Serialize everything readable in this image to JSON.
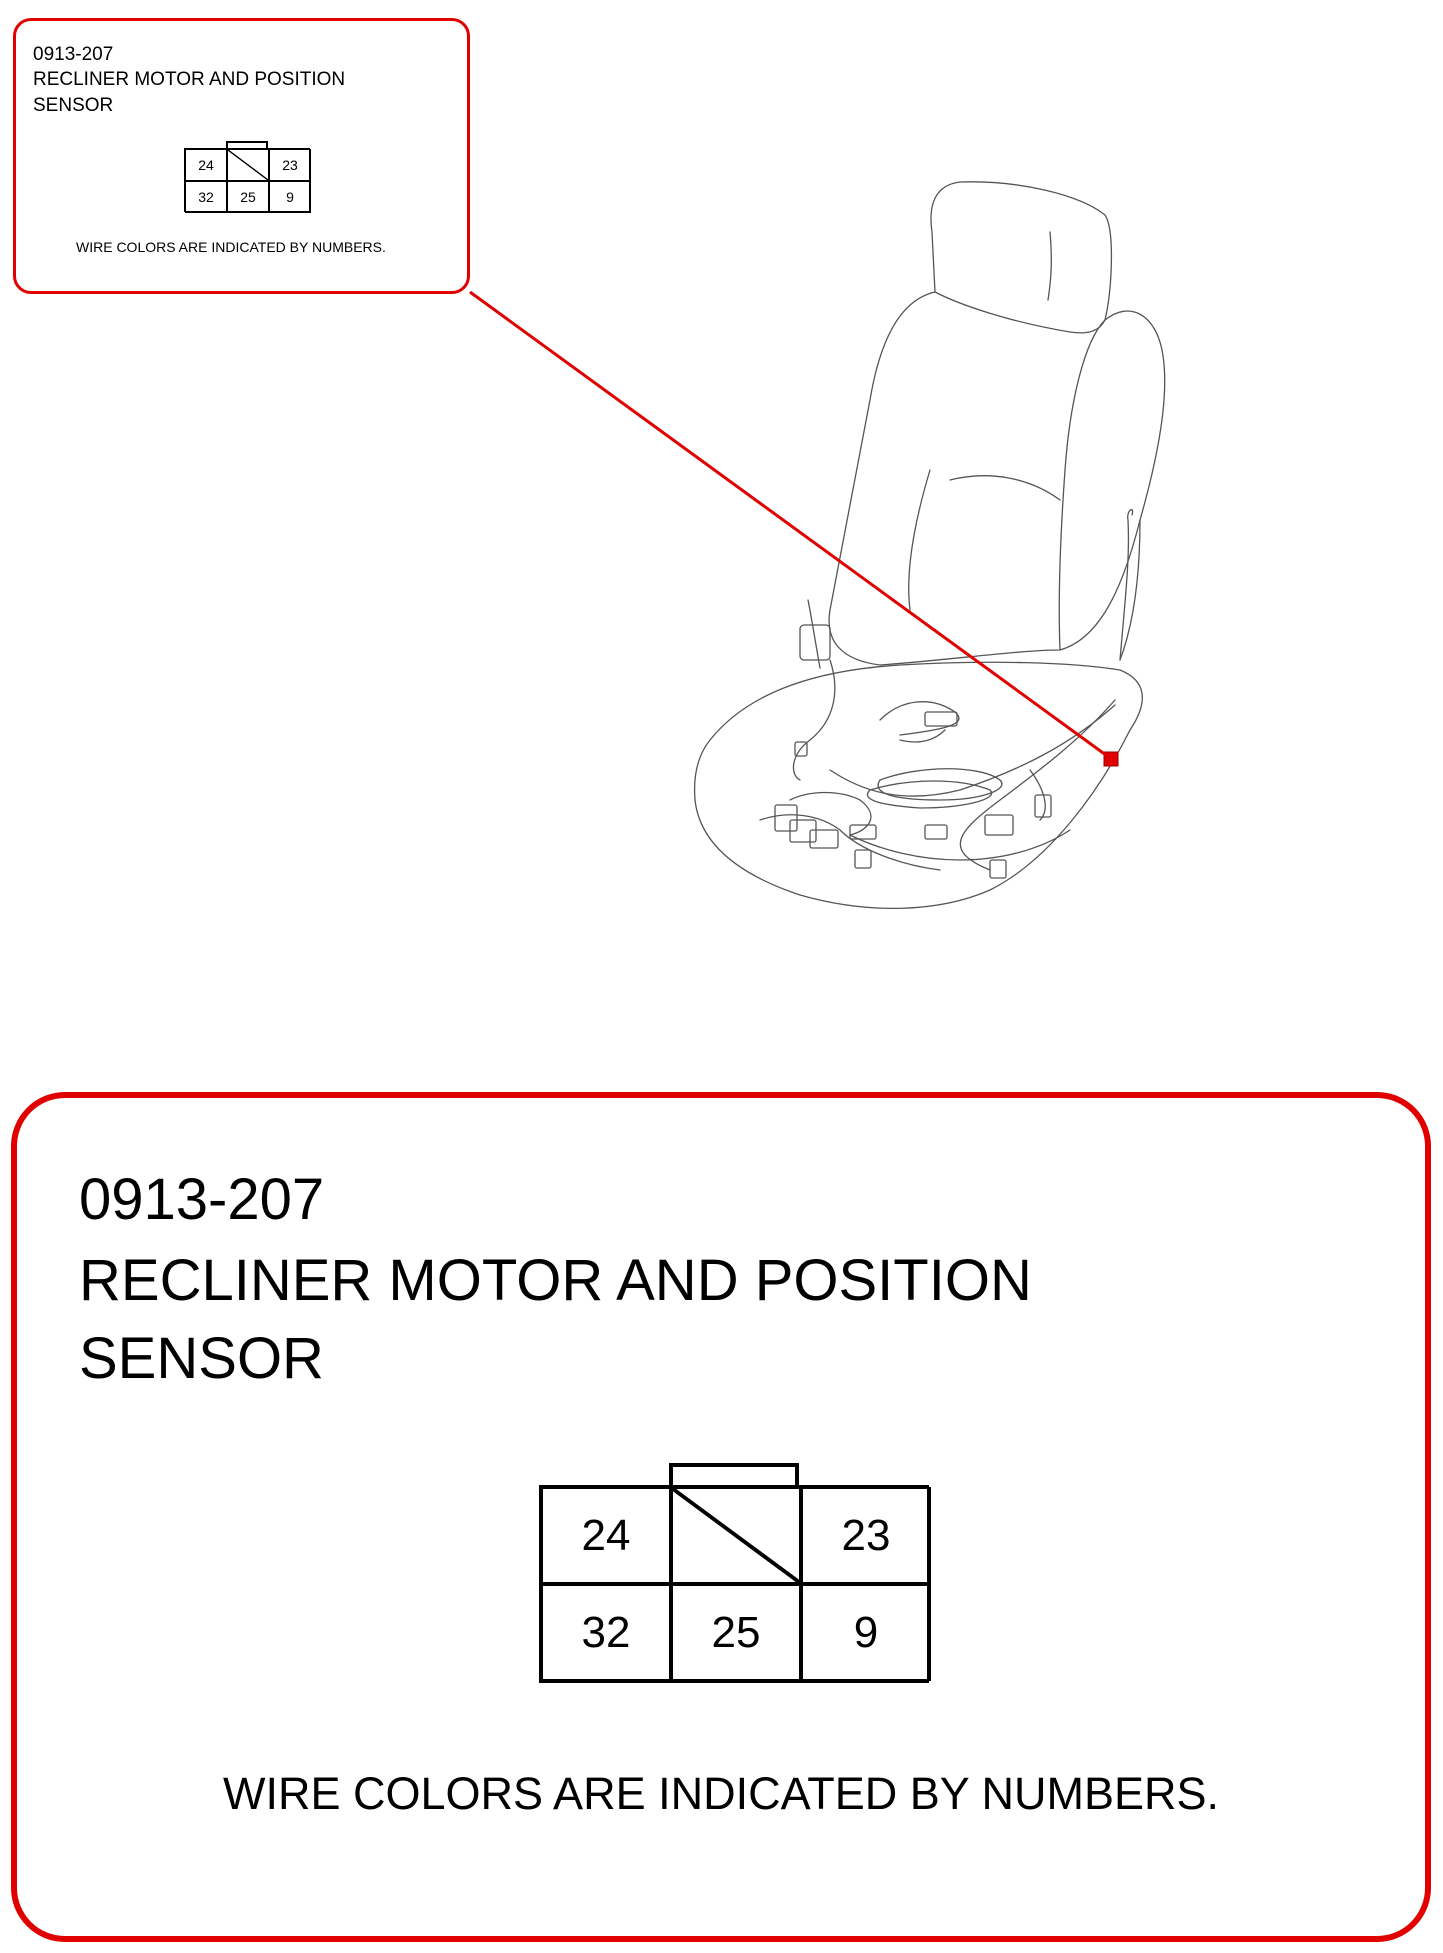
{
  "connector": {
    "id": "0913-207",
    "title": "RECLINER MOTOR AND POSITION SENSOR",
    "note": "WIRE COLORS ARE INDICATED BY NUMBERS.",
    "pins": {
      "row1": [
        "24",
        "",
        "23"
      ],
      "row2": [
        "32",
        "25",
        "9"
      ]
    }
  },
  "colors": {
    "callout": "#e00000",
    "line": "#000000"
  },
  "illustration": {
    "subject": "seat-wiring-harness"
  }
}
